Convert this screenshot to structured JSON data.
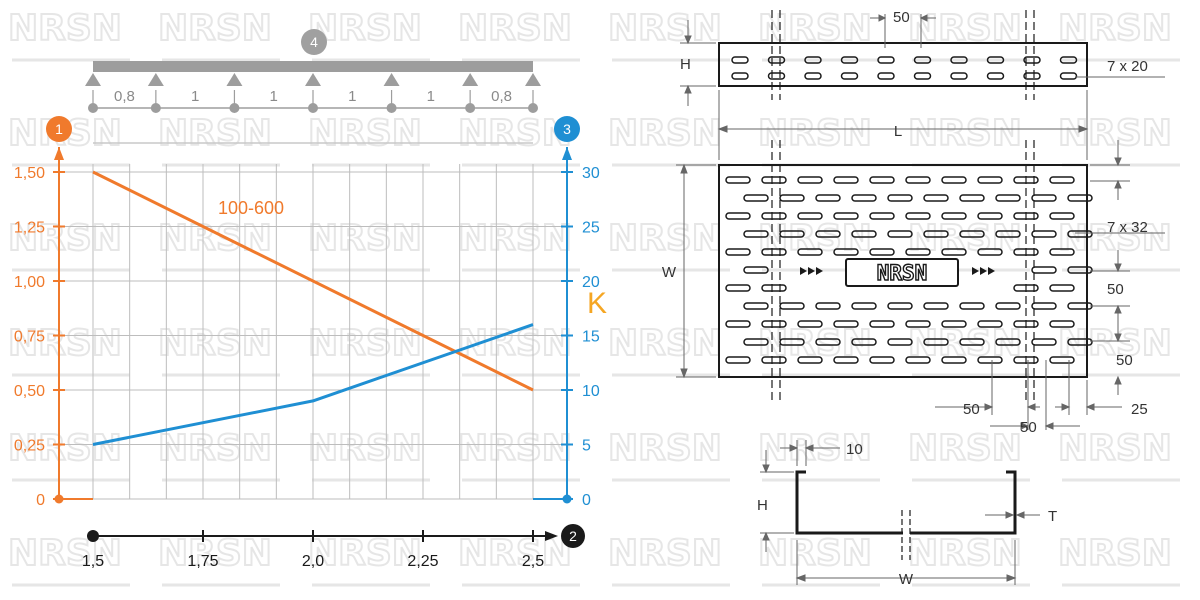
{
  "colors": {
    "orange": "#f07a2c",
    "blue": "#1f8fd3",
    "gray": "#9d9d9d",
    "grid": "#bdbdbd",
    "black": "#1a1a1a",
    "k_label": "#f5a623",
    "watermark": "#e6e6e6"
  },
  "watermark": {
    "text": "NRSN"
  },
  "logo": {
    "text": "NRSN"
  },
  "chart_data": {
    "type": "line",
    "x": [
      1.5,
      2.5
    ],
    "xlim": [
      1.5,
      2.5
    ],
    "xticks": [
      "1,5",
      "1,75",
      "2,0",
      "2,25",
      "2,5"
    ],
    "y_left": {
      "lim": [
        0,
        1.5
      ],
      "ticks": [
        "0",
        "0,25",
        "0,50",
        "0,75",
        "1,00",
        "1,25",
        "1,50"
      ],
      "color": "#f07a2c"
    },
    "y_right": {
      "lim": [
        0,
        30
      ],
      "ticks": [
        "0",
        "5",
        "10",
        "15",
        "20",
        "25",
        "30"
      ],
      "color": "#1f8fd3"
    },
    "series": [
      {
        "name": "100-600",
        "axis": "left",
        "color": "#f07a2c",
        "x": [
          1.5,
          2.5
        ],
        "y": [
          1.5,
          0.5
        ]
      },
      {
        "axis": "right",
        "color": "#1f8fd3",
        "x": [
          1.5,
          2.0,
          2.5
        ],
        "y": [
          5,
          9,
          16
        ]
      }
    ],
    "axis_badges": [
      "1",
      "2",
      "3",
      "4"
    ],
    "k_label": "K",
    "grid": true
  },
  "span_bar": {
    "spans": [
      "0,8",
      "1",
      "1",
      "1",
      "1",
      "0,8"
    ],
    "badge": "4"
  },
  "drawing": {
    "top_view": {
      "dim_spacing": "50",
      "height_label": "H",
      "slot_size": "7 x 20",
      "length_label": "L"
    },
    "bottom_view": {
      "slot_size": "7 x 32",
      "width_label": "W",
      "right_dims": [
        "50",
        "50"
      ],
      "bottom_dims": [
        "50",
        "50",
        "25"
      ]
    },
    "section": {
      "flange": "10",
      "height_label": "H",
      "thickness_label": "T",
      "width_label": "W"
    }
  }
}
